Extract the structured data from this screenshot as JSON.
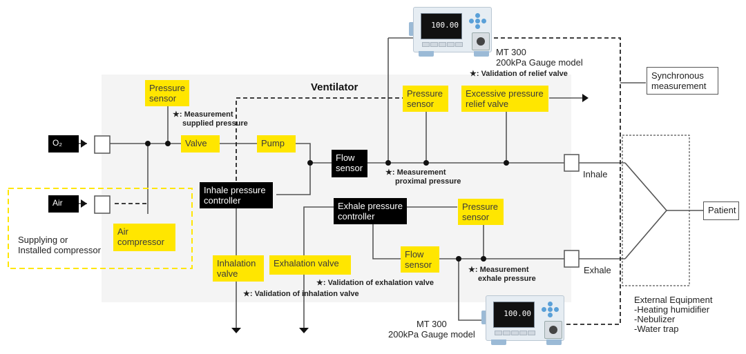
{
  "diagram": {
    "title": "Ventilator",
    "sources": {
      "o2": "O₂",
      "air": "Air"
    },
    "supply_group_label": [
      "Supplying or",
      "Installed compressor"
    ],
    "components": {
      "pressure_sensor_supply": [
        "Pressure",
        "sensor"
      ],
      "valve": "Valve",
      "pump": "Pump",
      "air_compressor": [
        "Air",
        "compressor"
      ],
      "flow_sensor_inhale": [
        "Flow",
        "sensor"
      ],
      "inhale_pressure_controller": [
        "Inhale pressure",
        "controller"
      ],
      "pressure_sensor_proximal": [
        "Pressure",
        "sensor"
      ],
      "relief_valve": [
        "Excessive pressure",
        "relief valve"
      ],
      "exhale_pressure_controller": [
        "Exhale pressure",
        "controller"
      ],
      "pressure_sensor_exhale": [
        "Pressure",
        "sensor"
      ],
      "flow_sensor_exhale": [
        "Flow",
        "sensor"
      ],
      "inhalation_valve": [
        "Inhalation",
        "valve"
      ],
      "exhalation_valve": "Exhalation valve"
    },
    "notes": {
      "supplied_pressure": [
        "★: Measurement",
        "supplied pressure"
      ],
      "proximal_pressure": [
        "★: Measurement",
        "proximal pressure"
      ],
      "exhale_pressure": [
        "★: Measurement",
        "exhale pressure"
      ],
      "relief_valve": "★: Validation of relief valve",
      "exhalation_valve": "★: Validation of exhalation valve",
      "inhalation_valve": "★: Validation of inhalation valve"
    },
    "ports": {
      "inhale": "Inhale",
      "exhale": "Exhale"
    },
    "patient": "Patient",
    "synchronous": [
      "Synchronous",
      "measurement"
    ],
    "external_equipment": [
      "External Equipment",
      "-Heating humidifier",
      "-Nebulizer",
      "-Water trap"
    ],
    "gauges": [
      {
        "name": "MT 300",
        "model": "200kPa Gauge model",
        "reading": "100.00"
      },
      {
        "name": "MT 300",
        "model": "200kPa Gauge model",
        "reading": "100.00"
      }
    ],
    "colors": {
      "highlight": "#ffe600",
      "panel": "#f4f4f4",
      "line": "#555555"
    }
  }
}
